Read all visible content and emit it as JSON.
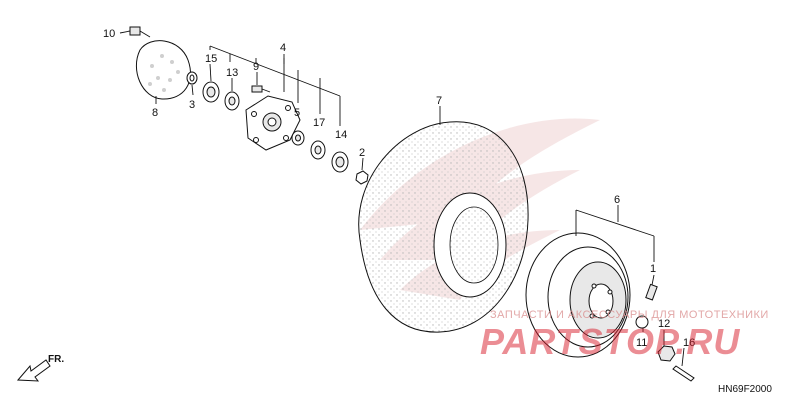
{
  "diagram_code": "HN69F2000",
  "direction_label": "FR.",
  "watermark": {
    "top_line": "ЗАПЧАСТИ И АКСЕССУАРЫ ДЛЯ МОТОТЕХНИКИ",
    "brand": "PARTSTOP.RU"
  },
  "callouts": [
    "10",
    "15",
    "13",
    "9",
    "4",
    "5",
    "17",
    "14",
    "3",
    "8",
    "2",
    "7",
    "6",
    "1",
    "11",
    "12",
    "16"
  ]
}
